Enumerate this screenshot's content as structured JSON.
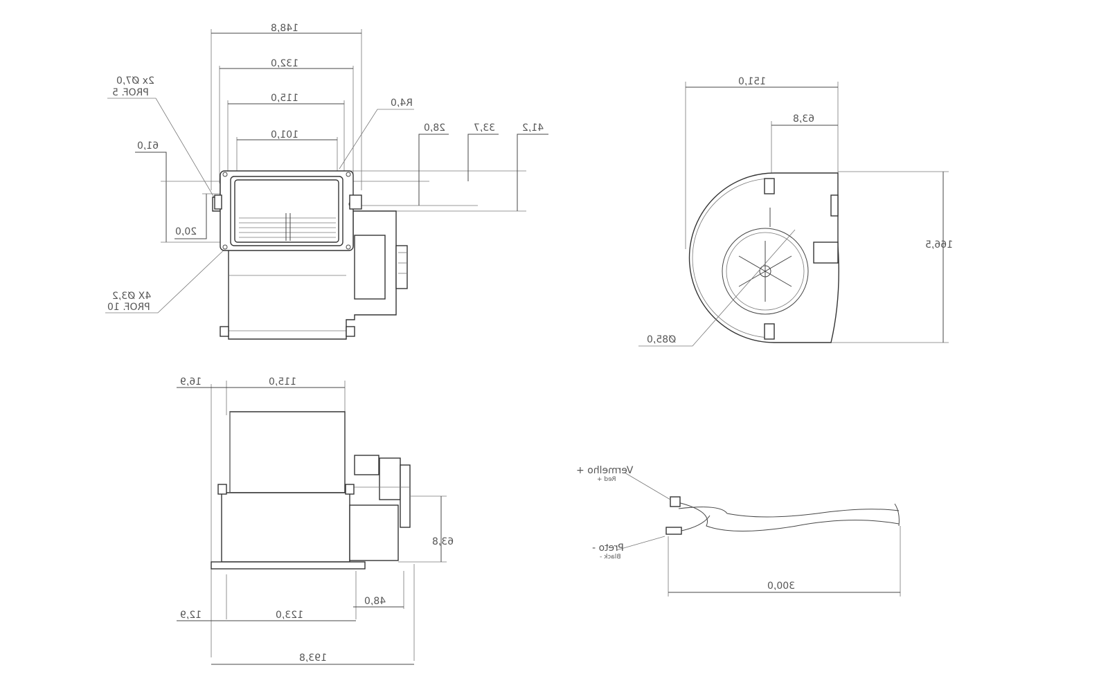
{
  "front_view": {
    "dim_148_8": "148,8",
    "dim_132_0": "132,0",
    "dim_115_0": "115,0",
    "dim_101_0": "101,0",
    "dim_r4": "R4,0",
    "dim_28": "28,0",
    "dim_33_7": "33,7",
    "dim_41_2": "41,2",
    "dim_61": "61,0",
    "dim_20": "20,0",
    "hole_2x": "2x Ø7,0",
    "hole_2x_depth": "PROF. 5",
    "hole_4x": "4X Ø3,2",
    "hole_4x_depth": "PROF. 10"
  },
  "side_view": {
    "dim_151": "151,0",
    "dim_63_8": "63,8",
    "dim_166_5": "166,5",
    "dim_phi85": "Ø85,0"
  },
  "top_view": {
    "dim_16_9": "16,9",
    "dim_115": "115,0",
    "dim_63_8": "63,8",
    "dim_48": "48,0",
    "dim_12_9": "12,9",
    "dim_123": "123,0",
    "dim_193_8": "193,8"
  },
  "wiring": {
    "red_label": "Vermelho +",
    "red_sub": "Red +",
    "black_label": "Preto -",
    "black_sub": "Black -",
    "cable_length": "300,0"
  }
}
